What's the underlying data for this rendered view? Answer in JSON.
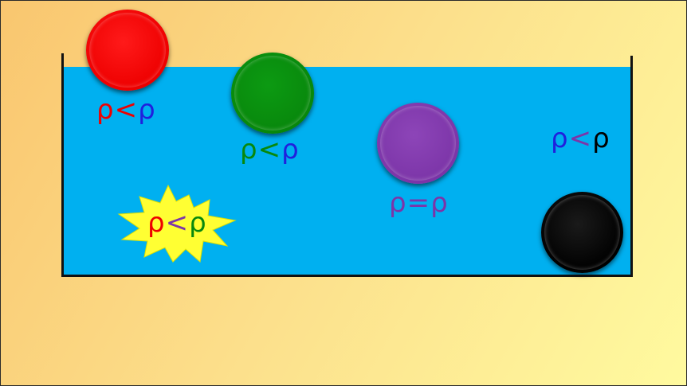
{
  "colors": {
    "red": "#ee0000",
    "green": "#08880c",
    "purple": "#7c35a8",
    "blue": "#2020dd",
    "black": "#000000",
    "water": "#00b0f0",
    "star": "#ffff33"
  },
  "labels": {
    "red": {
      "left": "ρ",
      "op": "<",
      "right": "ρ"
    },
    "green": {
      "left": "ρ",
      "op": "<",
      "right": "ρ"
    },
    "purple": {
      "left": "ρ",
      "op": "=",
      "right": "ρ"
    },
    "black": {
      "left": "ρ",
      "op": "<",
      "right": "ρ"
    },
    "star": {
      "left": "ρ",
      "op": "<",
      "right": "ρ"
    }
  }
}
